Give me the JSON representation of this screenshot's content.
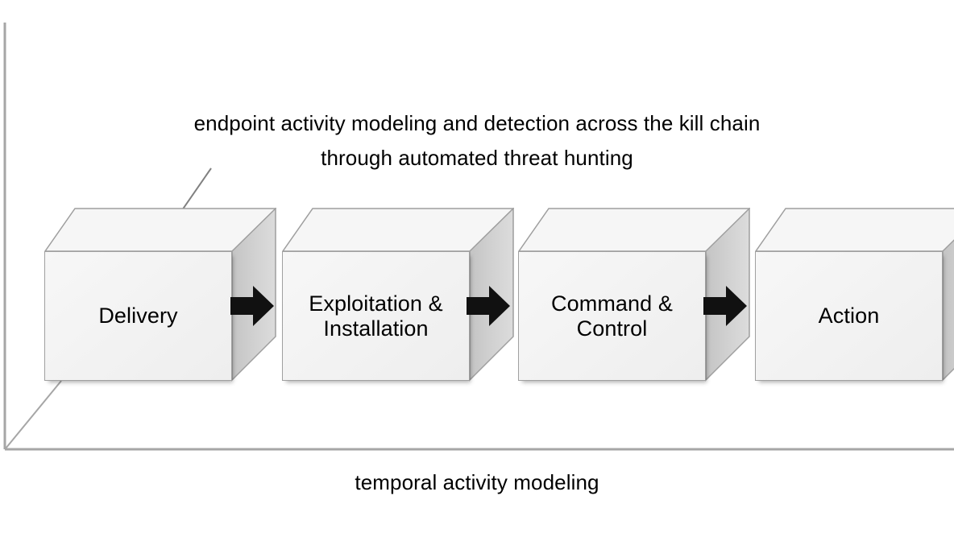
{
  "diagram": {
    "title_lines": [
      "endpoint activity modeling and detection across the kill chain",
      "through automated threat hunting"
    ],
    "bottom_axis_label": "temporal activity modeling",
    "stages": [
      {
        "id": "delivery",
        "label": "Delivery"
      },
      {
        "id": "exploitation",
        "label": "Exploitation &\nInstallation"
      },
      {
        "id": "command",
        "label": "Command &\nControl"
      },
      {
        "id": "action",
        "label": "Action"
      }
    ],
    "connectors": [
      {
        "id": "arrow-1",
        "icon": "arrow-right-icon"
      },
      {
        "id": "arrow-2",
        "icon": "arrow-right-icon"
      },
      {
        "id": "arrow-3",
        "icon": "arrow-right-icon"
      }
    ],
    "colors": {
      "box_front": "#f2f2f2",
      "box_top": "#f5f5f5",
      "box_side": "#cdcdcd",
      "box_stroke": "#9e9e9e",
      "axis_line": "#a6a6a6",
      "arrow": "#111111",
      "text": "#000000",
      "background": "#ffffff"
    }
  }
}
